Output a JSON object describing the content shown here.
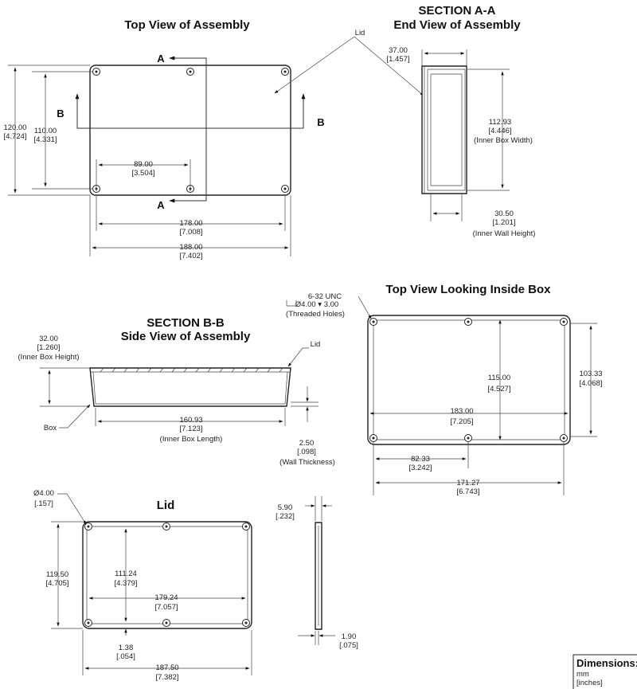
{
  "titles": {
    "top_view": "Top View of Assembly",
    "section_aa_1": "SECTION  A-A",
    "section_aa_2": "End View of Assembly",
    "top_inside": "Top View Looking Inside Box",
    "section_bb_1": "SECTION B-B",
    "section_bb_2": "Side View of Assembly",
    "lid": "Lid"
  },
  "labels": {
    "section_a": "A",
    "section_b": "B",
    "lid": "Lid",
    "box": "Box",
    "thread_1": "6-32 UNC",
    "thread_2": "Ø4.00 ▾ 3.00",
    "thread_3": "(Threaded Holes)"
  },
  "dims": {
    "top_width_inner": [
      "89.00",
      "[3.504]"
    ],
    "top_hole_span": [
      "178.00",
      "[7.008]"
    ],
    "top_overall": [
      "188.00",
      "[7.402]"
    ],
    "top_height": [
      "120.00",
      "[4.724]"
    ],
    "top_hole_height": [
      "110.00",
      "[4.331]"
    ],
    "end_depth": [
      "37.00",
      "[1.457]"
    ],
    "end_inner_width": [
      "112.93",
      "[4.446]",
      "(Inner Box Width)"
    ],
    "end_wall_height": [
      "30.50",
      "[1.201]",
      "(Inner Wall Height)"
    ],
    "side_height": [
      "32.00",
      "[1.260]",
      "(Inner Box Height)"
    ],
    "side_length": [
      "160.93",
      "[7.123]",
      "(Inner Box Length)"
    ],
    "wall": [
      "2.50",
      "[.098]",
      "(Wall Thickness)"
    ],
    "inside_height": [
      "115.00",
      "[4.527]"
    ],
    "inside_width": [
      "183.00",
      "[7.205]"
    ],
    "inside_outer_h": [
      "103.33",
      "[4.068]"
    ],
    "inside_half": [
      "82.33",
      "[3.242]"
    ],
    "inside_span": [
      "171.27",
      "[6.743]"
    ],
    "lid_hole": [
      "Ø4.00",
      "[.157]"
    ],
    "lid_height": [
      "119.50",
      "[4.705]"
    ],
    "lid_inner_h": [
      "111.24",
      "[4.379]"
    ],
    "lid_inner_w": [
      "179.24",
      "[7.057]"
    ],
    "lid_edge": [
      "1.38",
      "[.054]"
    ],
    "lid_width": [
      "187.50",
      "[7.382]"
    ],
    "lid_thick": [
      "5.90",
      "[.232]"
    ],
    "lid_lip": [
      "1.90",
      "[.075]"
    ]
  },
  "legend": {
    "title": "Dimensions:",
    "line1": "mm",
    "line2": "[inches]"
  }
}
